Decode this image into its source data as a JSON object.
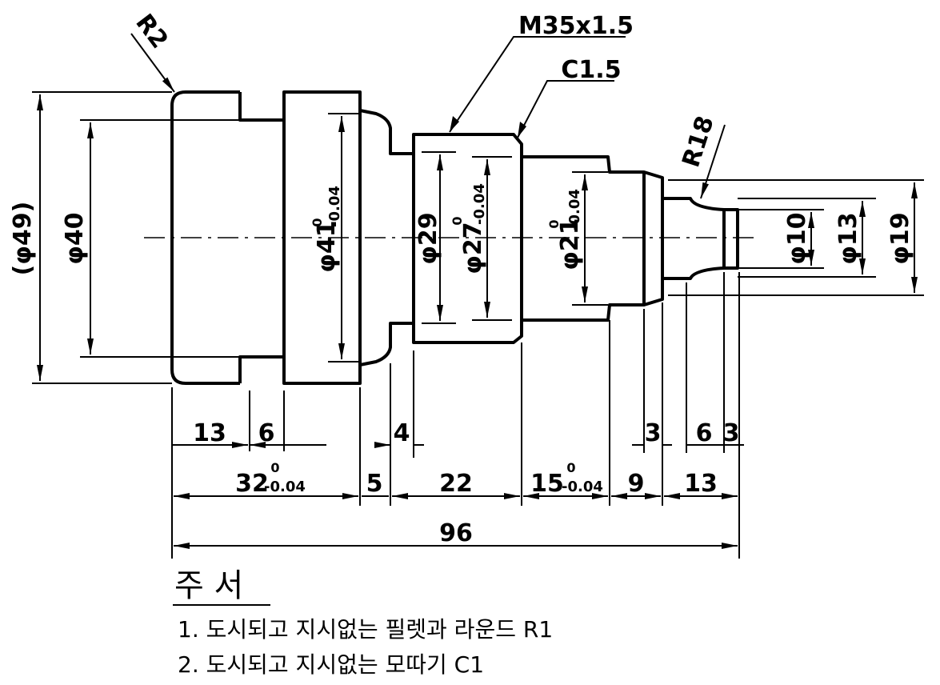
{
  "callouts": {
    "thread": "M35x1.5",
    "chamfer": "C1.5",
    "radius_left": "R2",
    "radius_neck": "R18"
  },
  "diameters": {
    "d49": "(φ49)",
    "d40": "φ40",
    "d41": "φ41",
    "d41_tol_upper": "0",
    "d41_tol_lower": "-0.04",
    "d29": "φ29",
    "d27": "φ27",
    "d27_tol_upper": "0",
    "d27_tol_lower": "-0.04",
    "d21": "φ21",
    "d21_tol_upper": "0",
    "d21_tol_lower": "-0.04",
    "d10": "φ10",
    "d13": "φ13",
    "d19": "φ19"
  },
  "lengths": {
    "l13a": "13",
    "l6a": "6",
    "l4": "4",
    "l3a": "3",
    "l6b": "6",
    "l3b": "3",
    "l32": "32",
    "l32_tol_upper": "0",
    "l32_tol_lower": "-0.04",
    "l5": "5",
    "l22": "22",
    "l15": "15",
    "l15_tol_upper": "0",
    "l15_tol_lower": "-0.04",
    "l9": "9",
    "l13b": "13",
    "l96": "96"
  },
  "notes": {
    "title": "주 서",
    "line1": "1. 도시되고 지시없는 필렛과 라운드 R1",
    "line2": "2. 도시되고 지시없는 모따기 C1"
  }
}
